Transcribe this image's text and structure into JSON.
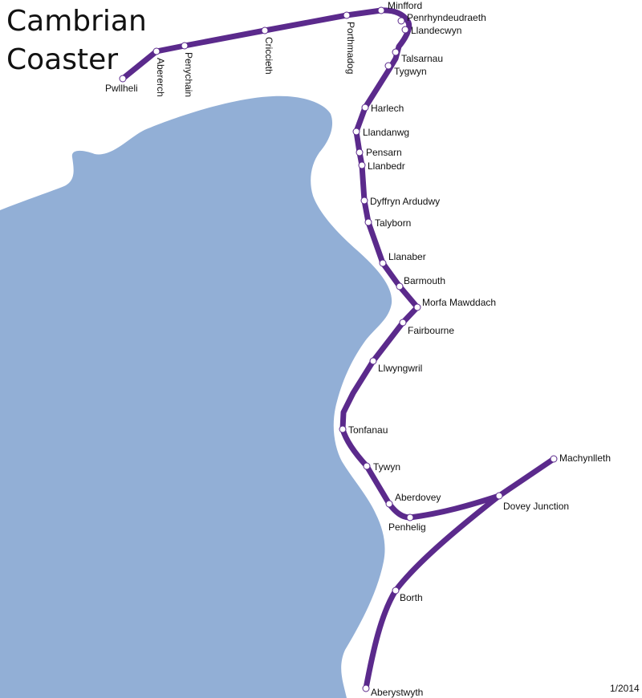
{
  "title": {
    "line1": "Cambrian",
    "line2": "Coaster"
  },
  "date": "1/2014",
  "colors": {
    "route": "#5b2a8c",
    "sea": "#92afd6",
    "land": "#ffffff",
    "station_fill": "#ffffff"
  },
  "stations": {
    "pwllheli": "Pwllheli",
    "abererch": "Abererch",
    "penychain": "Penychain",
    "criccieth": "Criccieth",
    "porthmadog": "Porthmadog",
    "minffordd": "Minfford",
    "penrhyndeudraeth": "Penrhyndeudraeth",
    "llandecwyn": "Llandecwyn",
    "talsarnau": "Talsarnau",
    "tygwyn": "Tygwyn",
    "harlech": "Harlech",
    "llandanwg": "Llandanwg",
    "pensarn": "Pensarn",
    "llanbedr": "Llanbedr",
    "dyffryn_ardudwy": "Dyffryn Ardudwy",
    "talybont": "Talyborn",
    "llanaber": "Llanaber",
    "barmouth": "Barmouth",
    "morfa_mawddach": "Morfa Mawddach",
    "fairbourne": "Fairbourne",
    "llwyngwril": "Llwyngwril",
    "tonfanau": "Tonfanau",
    "tywyn": "Tywyn",
    "aberdovey": "Aberdovey",
    "penhelig": "Penhelig",
    "dovey_junction": "Dovey Junction",
    "machynlleth": "Machynlleth",
    "borth": "Borth",
    "aberystwyth": "Aberystwyth"
  }
}
